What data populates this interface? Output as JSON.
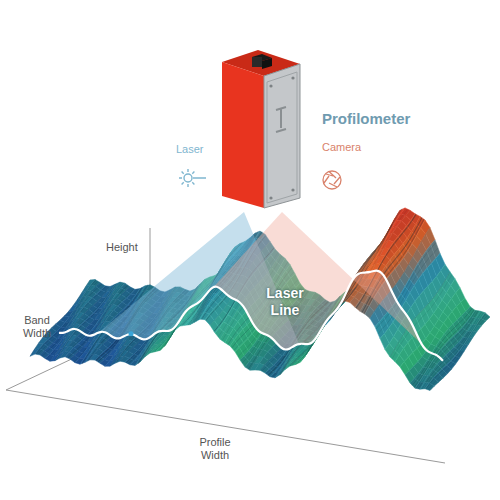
{
  "diagram": {
    "labels": [
      "Profilometer",
      "Laser",
      "Camera",
      "Height",
      "Band Width",
      "Laser Line",
      "Profile Width"
    ]
  }
}
